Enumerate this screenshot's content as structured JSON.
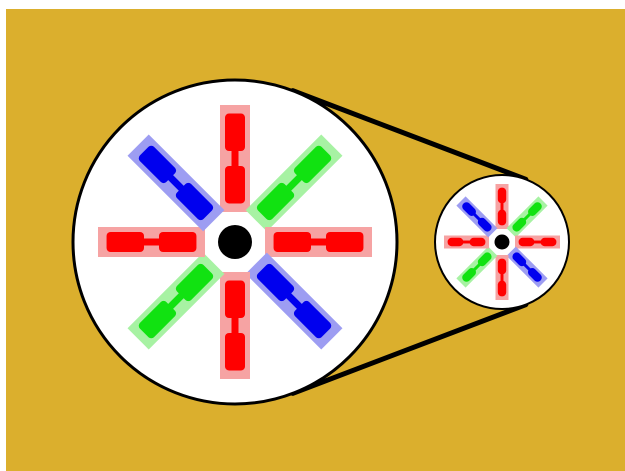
{
  "scene": {
    "background_color": "#ffffff",
    "panel_color": "#dbaf2d",
    "belt_color": "#000000",
    "disc_fill": "#ffffff",
    "disc_stroke": "#000000",
    "hub_color": "#000000"
  },
  "pulleys": [
    {
      "name": "large-pulley",
      "spokes": [
        {
          "angle_deg": -90,
          "color": "red"
        },
        {
          "angle_deg": -45,
          "color": "green"
        },
        {
          "angle_deg": 0,
          "color": "red"
        },
        {
          "angle_deg": 45,
          "color": "blue"
        },
        {
          "angle_deg": 90,
          "color": "red"
        },
        {
          "angle_deg": 135,
          "color": "green"
        },
        {
          "angle_deg": 180,
          "color": "red"
        },
        {
          "angle_deg": -135,
          "color": "blue"
        }
      ]
    },
    {
      "name": "small-pulley",
      "spokes": [
        {
          "angle_deg": -90,
          "color": "red"
        },
        {
          "angle_deg": -45,
          "color": "green"
        },
        {
          "angle_deg": 0,
          "color": "red"
        },
        {
          "angle_deg": 45,
          "color": "blue"
        },
        {
          "angle_deg": 90,
          "color": "red"
        },
        {
          "angle_deg": 135,
          "color": "green"
        },
        {
          "angle_deg": 180,
          "color": "red"
        },
        {
          "angle_deg": -135,
          "color": "blue"
        }
      ]
    }
  ],
  "palette": {
    "red": {
      "halo": "#f6a3a3",
      "core": "#ff0000"
    },
    "green": {
      "halo": "#a7f2a3",
      "core": "#11e211"
    },
    "blue": {
      "halo": "#9d9df2",
      "core": "#0000ee"
    }
  }
}
